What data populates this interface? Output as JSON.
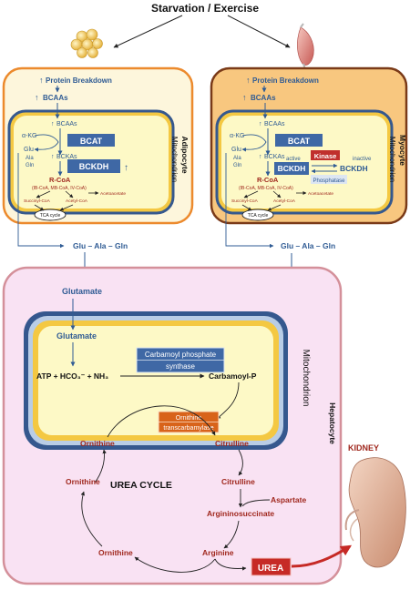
{
  "title": "Starvation / Exercise",
  "adipocyte": {
    "cell_label": "Adipocyte",
    "mito_label": "Mitochondrion",
    "protein_breakdown": "Protein Breakdown",
    "bcaas_cyto": "BCAAs",
    "bcaas_mito": "BCAAs",
    "akg": "α-KG",
    "bcat": "BCAT",
    "glu": "Glu",
    "ala": "Ala",
    "gln": "Gln",
    "bckas": "BCKAs",
    "bckdh": "BCKDH",
    "rcoa": "R-CoA",
    "rcoa_sub": "(IB-CoA, MB-CoA, IV-CoA)",
    "succinyl": "Succinyl-CoA",
    "acetyl": "Acetyl-CoA",
    "acetoacetate": "Acetoacetate",
    "tca": "TCA cycle",
    "export": "Glu – Ala – Gln"
  },
  "myocyte": {
    "cell_label": "Myocyte",
    "mito_label": "Mitochondrion",
    "protein_breakdown": "Protein Breakdown",
    "bcaas_cyto": "BCAAs",
    "bcaas_mito": "BCAAs",
    "akg": "α-KG",
    "bcat": "BCAT",
    "glu": "Glu",
    "ala": "Ala",
    "gln": "Gln",
    "bckas": "BCKAs",
    "bckdh": "BCKDH",
    "kinase": "Kinase",
    "active": "active",
    "inactive": "inactive",
    "bckdh_inactive": "BCKDH",
    "phosphatase": "Phosphatase",
    "rcoa": "R-CoA",
    "rcoa_sub": "(IB-CoA, MB-CoA, IV-CoA)",
    "succinyl": "Succinyl-CoA",
    "acetyl": "Acetyl-CoA",
    "acetoacetate": "Acetoacetate",
    "tca": "TCA cycle",
    "export": "Glu – Ala – Gln"
  },
  "hepatocyte": {
    "cell_label": "Hepatocyte",
    "mito_label": "Mitochondrion",
    "glutamate_cyto": "Glutamate",
    "glutamate_mito": "Glutamate",
    "cps_line1": "Carbamoyl phosphate",
    "cps_line2": "synthase",
    "reactants": "ATP + HCO₃⁻ + NH₃",
    "carbamoyl_p": "Carbamoyl-P",
    "otc_line1": "Ornithine",
    "otc_line2": "transcarbamylase",
    "ornithine_mito": "Ornithine",
    "citrulline_mito": "Citrulline",
    "urea_cycle": "UREA CYCLE",
    "ornithine_upper": "Ornithine",
    "citrulline_cyto": "Citrulline",
    "aspartate": "Aspartate",
    "argininosuccinate": "Argininosuccinate",
    "ornithine_lower": "Ornithine",
    "arginine": "Arginine",
    "urea": "UREA"
  },
  "kidney_label": "KIDNEY",
  "colors": {
    "adipocyte_border": "#ec8a2d",
    "adipocyte_fill": "#fdf6dc",
    "myocyte_border": "#7a3a18",
    "myocyte_fill": "#f8c77f",
    "mito_outer": "#35588e",
    "mito_inner": "#f4c842",
    "mito_fill": "#fdf9c6",
    "hepatocyte_border": "#d4909a",
    "hepatocyte_fill": "#f9e2f3",
    "enzyme_blue": "#3f68a5",
    "enzyme_orange": "#d8631a",
    "kinase_red": "#c0302d",
    "urea_red": "#c62a26",
    "text_blue": "#2f5b94",
    "text_red": "#a0281e"
  }
}
